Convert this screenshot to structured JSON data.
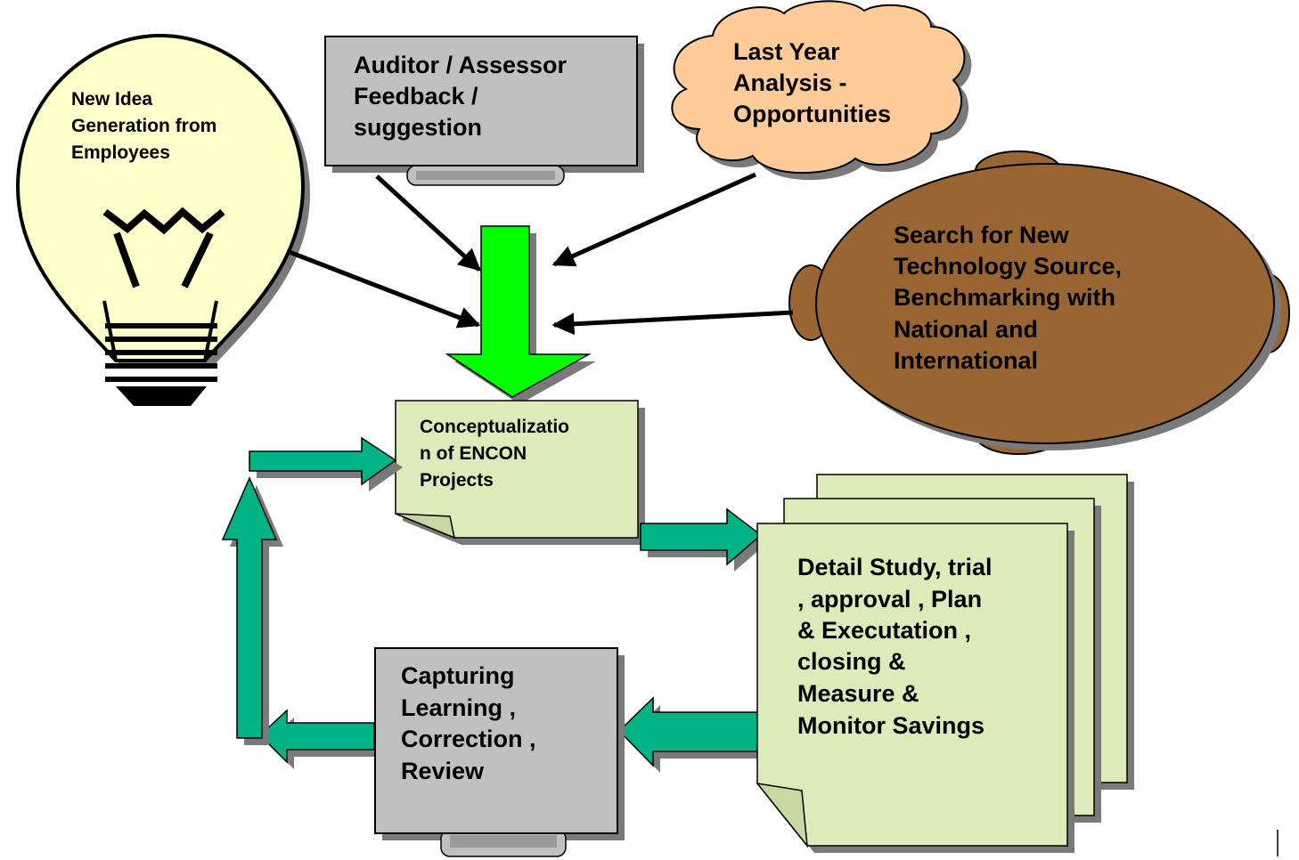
{
  "colors": {
    "bulb_fill": "#FFFFCC",
    "gray_box": "#C0C0C0",
    "cloud_fill": "#FFCC99",
    "ellipse_fill": "#996633",
    "note_fill": "#DCEBB9",
    "green_arrow": "#00FF00",
    "teal_arrow": "#00B386",
    "shadow": "#7A7A7A",
    "stroke": "#000000"
  },
  "nodes": {
    "idea": {
      "lines": [
        "New Idea",
        "Generation from",
        "Employees"
      ]
    },
    "auditor": {
      "lines": [
        "Auditor / Assessor",
        "Feedback /",
        "suggestion"
      ]
    },
    "last_year": {
      "lines": [
        "Last Year",
        "Analysis -",
        "Opportunities"
      ]
    },
    "search": {
      "lines": [
        "Search for New",
        "Technology Source,",
        "Benchmarking with",
        "National and",
        "International"
      ]
    },
    "concept": {
      "lines": [
        "Conceptualizatio",
        "n of ENCON",
        "Projects"
      ]
    },
    "detail": {
      "lines": [
        "Detail Study, trial",
        ", approval , Plan",
        "& Executation ,",
        "closing &",
        "Measure &",
        "Monitor Savings"
      ]
    },
    "capture": {
      "lines": [
        "Capturing",
        "Learning ,",
        "Correction ,",
        "Review"
      ]
    }
  }
}
